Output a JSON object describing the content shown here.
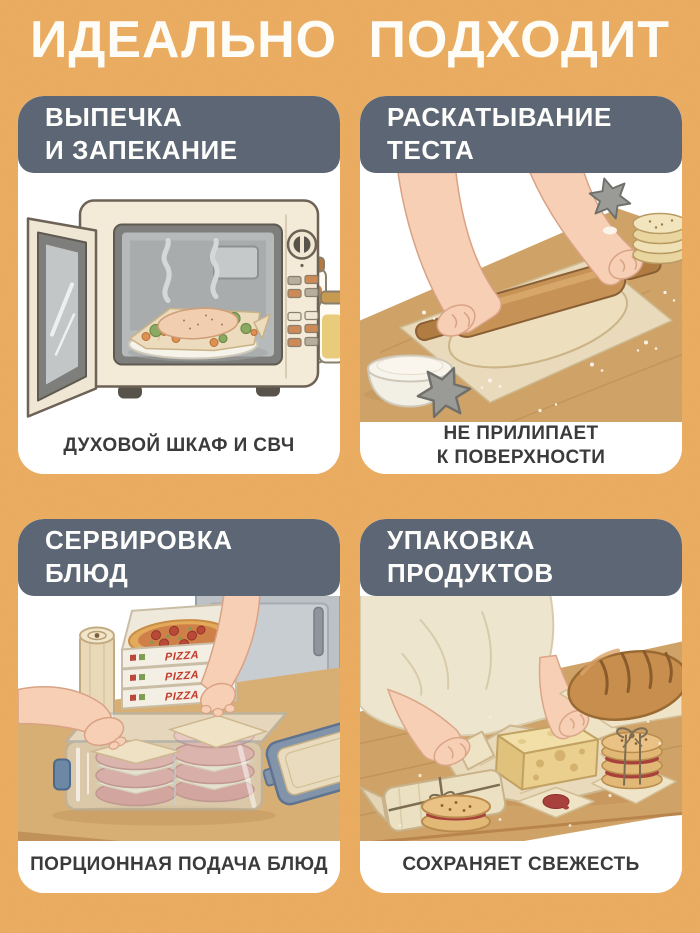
{
  "page": {
    "title": "ИДЕАЛЬНО ПОДХОДИТ",
    "background_color": "#eeae62",
    "card_color": "#ffffff",
    "header_color": "#5d6674",
    "header_text_color": "#fdfdfb",
    "caption_text_color": "#3b3b3b"
  },
  "labels": {
    "pizza_box": "PIZZA"
  },
  "panels": [
    {
      "id": "baking",
      "header": "ВЫПЕЧКА\nИ ЗАПЕКАНИЕ",
      "caption": "ДУХОВОЙ ШКАФ И СВЧ",
      "illustration": "open-microwave-oven-with-baked-chicken-and-vegetables-on-parchment"
    },
    {
      "id": "dough-rolling",
      "header": "РАСКАТЫВАНИЕ\nТЕСТА",
      "caption": "НЕ ПРИЛИПАЕТ\nК ПОВЕРХНОСТИ",
      "illustration": "hands-rolling-out-dough-with-rolling-pin-on-parchment"
    },
    {
      "id": "serving",
      "header": "СЕРВИРОВКА\nБЛЮД",
      "caption": "ПОРЦИОННАЯ ПОДАЧА БЛЮД",
      "illustration": "burger-patties-layered-with-parchment-in-glass-container"
    },
    {
      "id": "packing",
      "header": "УПАКОВКА\nПРОДУКТОВ",
      "caption": "СОХРАНЯЕТ СВЕЖЕСТЬ",
      "illustration": "wrapping-cheese-bread-and-cookies-in-parchment"
    }
  ]
}
